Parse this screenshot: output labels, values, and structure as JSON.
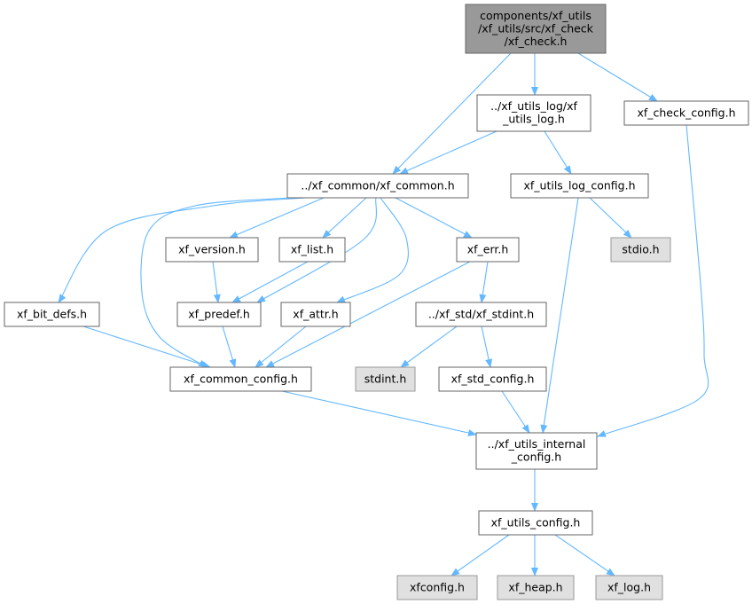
{
  "colors": {
    "root_fill": "#999999",
    "node_fill": "#ffffff",
    "external_fill": "#e0e0e0",
    "node_border": "#666666",
    "root_border": "#666666",
    "external_border": "#999999",
    "edge": "#63b8ff"
  },
  "nodes": {
    "root": {
      "lines": [
        "components/xf_utils",
        "/xf_utils/src/xf_check",
        "/xf_check.h"
      ],
      "kind": "root"
    },
    "utils_log": {
      "lines": [
        "../xf_utils_log/xf",
        "_utils_log.h"
      ],
      "kind": "normal"
    },
    "check_config": {
      "lines": [
        "xf_check_config.h"
      ],
      "kind": "normal"
    },
    "xf_common": {
      "lines": [
        "../xf_common/xf_common.h"
      ],
      "kind": "normal"
    },
    "utils_log_config": {
      "lines": [
        "xf_utils_log_config.h"
      ],
      "kind": "normal"
    },
    "xf_version": {
      "lines": [
        "xf_version.h"
      ],
      "kind": "normal"
    },
    "xf_list": {
      "lines": [
        "xf_list.h"
      ],
      "kind": "normal"
    },
    "xf_err": {
      "lines": [
        "xf_err.h"
      ],
      "kind": "normal"
    },
    "stdio": {
      "lines": [
        "stdio.h"
      ],
      "kind": "external"
    },
    "xf_bit_defs": {
      "lines": [
        "xf_bit_defs.h"
      ],
      "kind": "normal"
    },
    "xf_predef": {
      "lines": [
        "xf_predef.h"
      ],
      "kind": "normal"
    },
    "xf_attr": {
      "lines": [
        "xf_attr.h"
      ],
      "kind": "normal"
    },
    "xf_stdint": {
      "lines": [
        "../xf_std/xf_stdint.h"
      ],
      "kind": "normal"
    },
    "xf_common_config": {
      "lines": [
        "xf_common_config.h"
      ],
      "kind": "normal"
    },
    "stdint": {
      "lines": [
        "stdint.h"
      ],
      "kind": "external"
    },
    "xf_std_config": {
      "lines": [
        "xf_std_config.h"
      ],
      "kind": "normal"
    },
    "internal_config": {
      "lines": [
        "../xf_utils_internal",
        "_config.h"
      ],
      "kind": "normal"
    },
    "utils_config": {
      "lines": [
        "xf_utils_config.h"
      ],
      "kind": "normal"
    },
    "xfconfig": {
      "lines": [
        "xfconfig.h"
      ],
      "kind": "external"
    },
    "xf_heap": {
      "lines": [
        "xf_heap.h"
      ],
      "kind": "external"
    },
    "xf_log": {
      "lines": [
        "xf_log.h"
      ],
      "kind": "external"
    }
  },
  "edges": [
    [
      "root",
      "xf_common"
    ],
    [
      "root",
      "utils_log"
    ],
    [
      "root",
      "check_config"
    ],
    [
      "utils_log",
      "xf_common"
    ],
    [
      "utils_log",
      "utils_log_config"
    ],
    [
      "check_config",
      "internal_config"
    ],
    [
      "xf_common",
      "xf_bit_defs"
    ],
    [
      "xf_common",
      "xf_common_config"
    ],
    [
      "xf_common",
      "xf_version"
    ],
    [
      "xf_common",
      "xf_list"
    ],
    [
      "xf_common",
      "xf_predef"
    ],
    [
      "xf_common",
      "xf_attr"
    ],
    [
      "xf_common",
      "xf_err"
    ],
    [
      "utils_log_config",
      "stdio"
    ],
    [
      "utils_log_config",
      "internal_config"
    ],
    [
      "xf_version",
      "xf_predef"
    ],
    [
      "xf_list",
      "xf_predef"
    ],
    [
      "xf_err",
      "xf_stdint"
    ],
    [
      "xf_err",
      "xf_common_config"
    ],
    [
      "xf_bit_defs",
      "xf_common_config"
    ],
    [
      "xf_predef",
      "xf_common_config"
    ],
    [
      "xf_attr",
      "xf_common_config"
    ],
    [
      "xf_stdint",
      "stdint"
    ],
    [
      "xf_stdint",
      "xf_std_config"
    ],
    [
      "xf_common_config",
      "internal_config"
    ],
    [
      "xf_std_config",
      "internal_config"
    ],
    [
      "internal_config",
      "utils_config"
    ],
    [
      "utils_config",
      "xfconfig"
    ],
    [
      "utils_config",
      "xf_heap"
    ],
    [
      "utils_config",
      "xf_log"
    ]
  ]
}
